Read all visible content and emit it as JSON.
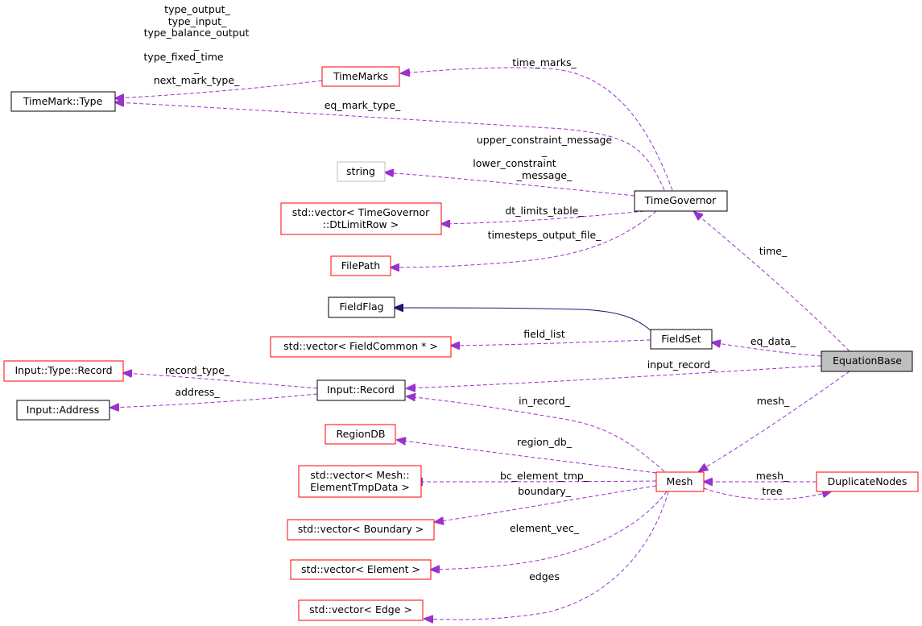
{
  "colors": {
    "usage_edge": "#9a32cd",
    "inherit_edge": "#191970",
    "focus_fill": "#bfbfbf",
    "incomplete_border": "#ff0000",
    "complete_border": "#000000",
    "external_border": "#bfbfbf"
  },
  "nodes": {
    "timemark_type": "TimeMark::Type",
    "timemarks": "TimeMarks",
    "string": "string",
    "dtlimits_line1": "std::vector< TimeGovernor",
    "dtlimits_line2": "::DtLimitRow >",
    "filepath": "FilePath",
    "timegovernor": "TimeGovernor",
    "fieldflag": "FieldFlag",
    "fieldcommon_vec": "std::vector< FieldCommon * >",
    "fieldset": "FieldSet",
    "input_type_record": "Input::Type::Record",
    "input_record": "Input::Record",
    "input_address": "Input::Address",
    "equationbase": "EquationBase",
    "regiondb": "RegionDB",
    "elemtmp_line1": "std::vector< Mesh::",
    "elemtmp_line2": "ElementTmpData >",
    "boundary_vec": "std::vector< Boundary >",
    "element_vec": "std::vector< Element >",
    "edge_vec": "std::vector< Edge >",
    "mesh": "Mesh",
    "duplicatenodes": "DuplicateNodes"
  },
  "edge_labels": {
    "type_output": "type_output_",
    "type_input": "type_input_",
    "type_balance_output": "type_balance_output",
    "underscore_1": "_",
    "type_fixed_time": "type_fixed_time",
    "underscore_2": "_",
    "next_mark_type": "next_mark_type_",
    "time_marks": "time_marks_",
    "eq_mark_type": "eq_mark_type_",
    "upper_constraint": "upper_constraint_message",
    "underscore_3": "_",
    "lower_constraint": "lower_constraint",
    "lower_constraint_2": "_message_",
    "dt_limits_table": "dt_limits_table_",
    "timesteps_output_file": "timesteps_output_file_",
    "time": "time_",
    "field_list": "field_list",
    "eq_data": "eq_data_",
    "record_type": "record_type_",
    "input_record": "input_record_",
    "address": "address_",
    "in_record": "in_record_",
    "mesh": "mesh_",
    "region_db": "region_db_",
    "bc_element_tmp": "bc_element_tmp_",
    "boundary": "boundary_",
    "mesh_dup": "mesh_",
    "tree": "tree",
    "element_vec": "element_vec_",
    "edges": "edges"
  }
}
